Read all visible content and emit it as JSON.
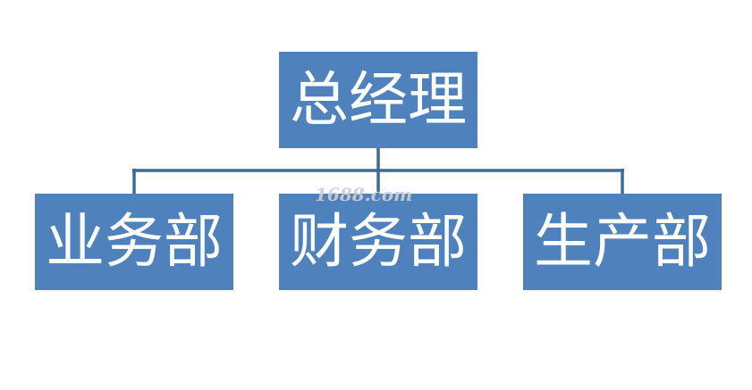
{
  "colors": {
    "node_fill": "#4f81bd",
    "connector": "#3e6a95",
    "text": "#ffffff",
    "watermark": "#cfcfcf"
  },
  "org_chart": {
    "root": {
      "label": "总经理"
    },
    "children": [
      {
        "label": "业务部"
      },
      {
        "label": "财务部"
      },
      {
        "label": "生产部"
      }
    ]
  },
  "watermark": {
    "text": "1688.com"
  }
}
